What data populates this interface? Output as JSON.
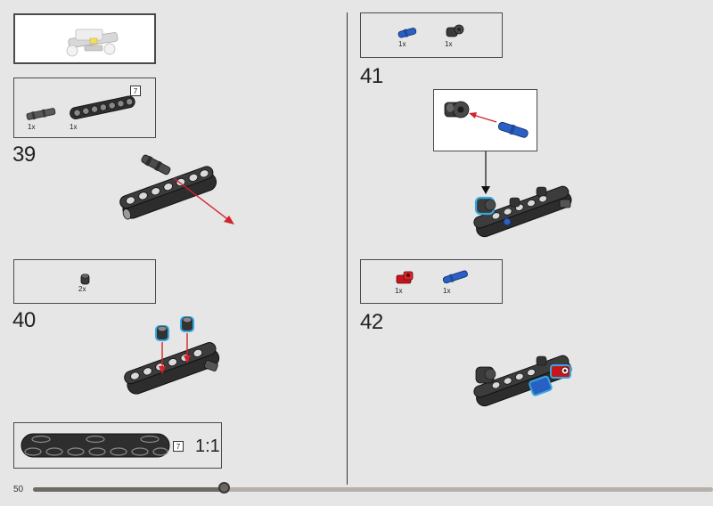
{
  "page": {
    "number": "50",
    "progress": 0.28
  },
  "steps": [
    {
      "number": "39",
      "parts": [
        {
          "qty": "1x"
        },
        {
          "qty": "1x"
        }
      ],
      "callout_tag": "7"
    },
    {
      "number": "40",
      "parts": [
        {
          "qty": "2x"
        }
      ]
    },
    {
      "number": "41",
      "parts": [
        {
          "qty": "1x"
        },
        {
          "qty": "1x"
        }
      ]
    },
    {
      "number": "42",
      "parts": [
        {
          "qty": "1x"
        },
        {
          "qty": "1x"
        }
      ]
    }
  ],
  "scale_ref": {
    "tag": "7",
    "label": "1:1"
  },
  "colors": {
    "background": "#e6e6e6",
    "beam": "#2b2b2b",
    "blue": "#2a5fc4",
    "red": "#c8151d",
    "arrow": "#d2232a",
    "highlight": "#34a8e0"
  }
}
